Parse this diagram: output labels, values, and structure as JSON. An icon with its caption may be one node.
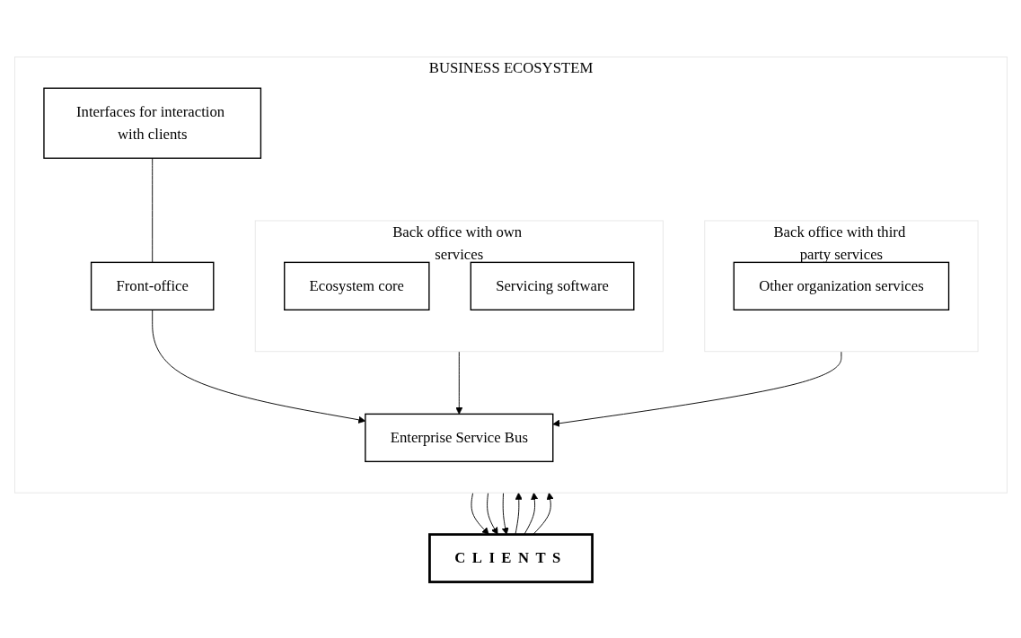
{
  "diagram": {
    "nodes": [
      {
        "text": [
          "CLIENTS"
        ]
      },
      {
        "text": [
          "BUSINESS ECOSYSTEM"
        ]
      },
      {
        "text": [
          "Interfaces for interaction with clients"
        ],
        "in": 1
      },
      {
        "text": [
          "Front-office"
        ],
        "in": 1
      },
      {
        "text": [
          "Enterprise Service Bus"
        ],
        "in": 1
      },
      {
        "text": [
          "Back office with own services"
        ],
        "in": 1
      },
      {
        "text": [
          "Ecosystem core"
        ],
        "in": 5
      },
      {
        "text": [
          "Servicing software"
        ],
        "in": 5
      },
      {
        "text": [
          "Back office with third party services"
        ],
        "in": 1
      },
      {
        "text": [
          "Other organization services"
        ],
        "in": 8
      }
    ],
    "edges": [
      {
        "from": 0,
        "to": 1,
        "arrow": "to"
      },
      {
        "from": 1,
        "to": 0,
        "arrow": "to"
      },
      {
        "from": 0,
        "to": 1,
        "arrow": "to"
      },
      {
        "from": 1,
        "to": 0,
        "arrow": "to"
      },
      {
        "from": 0,
        "to": 1,
        "arrow": "to"
      },
      {
        "from": 1,
        "to": 0,
        "arrow": "to"
      },
      {
        "from": 2,
        "to": 3,
        "arrow": "none"
      },
      {
        "from": 3,
        "to": 4,
        "arrow": "to"
      },
      {
        "from": 5,
        "to": 4,
        "arrow": "to"
      },
      {
        "from": 8,
        "to": 4,
        "arrow": "to"
      }
    ]
  }
}
